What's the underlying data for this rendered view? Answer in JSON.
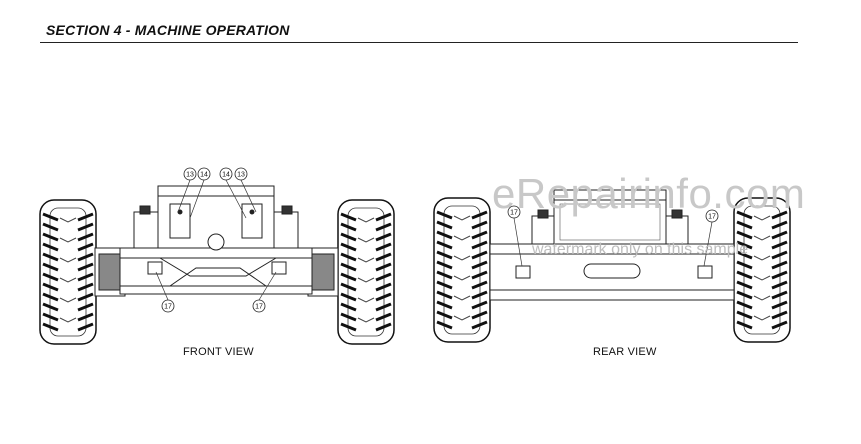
{
  "header": {
    "section_title": "SECTION 4 - MACHINE OPERATION"
  },
  "figures": {
    "front": {
      "caption": "FRONT VIEW",
      "callouts": [
        "13",
        "14",
        "14",
        "13",
        "17",
        "17"
      ]
    },
    "rear": {
      "caption": "REAR VIEW",
      "callouts": [
        "17",
        "17"
      ]
    }
  },
  "watermark": {
    "site": "eRepairinfo.com",
    "notice": "watermark only on this sample"
  }
}
